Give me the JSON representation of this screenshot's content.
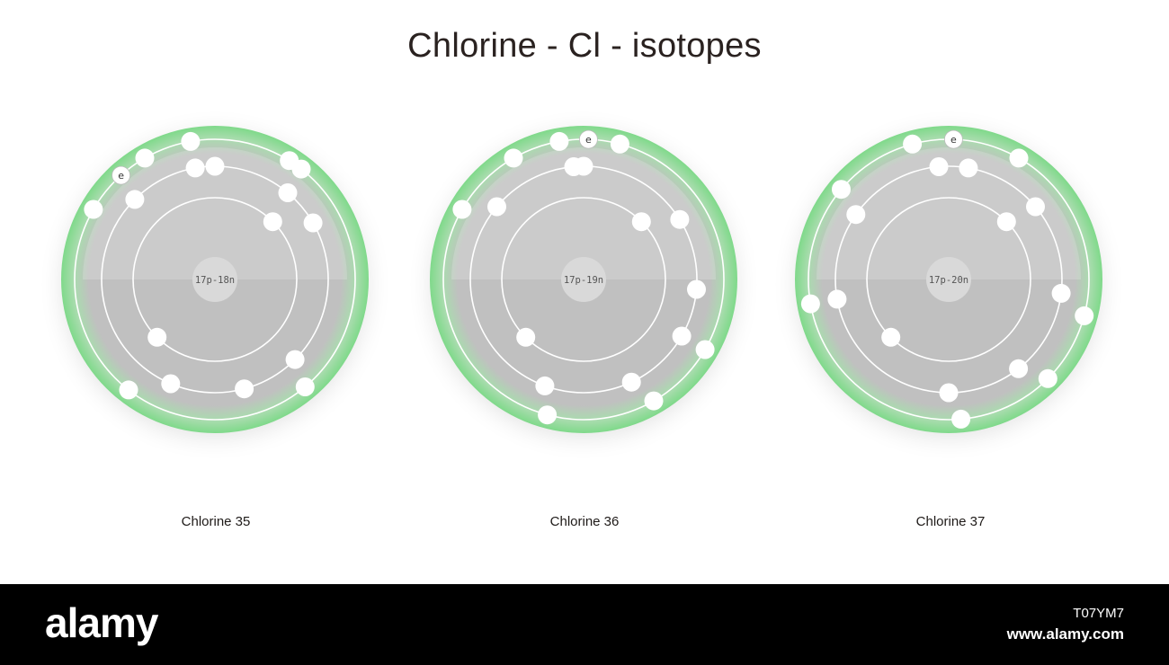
{
  "title": "Chlorine - Cl - isotopes",
  "electron_symbol": "e",
  "colors": {
    "ring": "#7fd98a",
    "disc": "#c8c8c8",
    "electron": "#ffffff",
    "orbit": "#ffffff"
  },
  "atoms": [
    {
      "caption": "Chlorine 35",
      "nucleus_label": "17p-18n",
      "shells": [
        {
          "electrons": [
            38,
            140,
            218,
            300,
            330,
            350,
            392
          ]
        },
        {
          "electrons": [
            0,
            40,
            135,
            165,
            203,
            315,
            350,
            420
          ]
        },
        {
          "electrons": [
            45,
            225
          ]
        }
      ]
    },
    {
      "caption": "Chlorine 36",
      "nucleus_label": "17p-19n",
      "shells": [
        {
          "electrons": [
            15,
            120,
            150,
            195,
            300,
            330,
            350
          ]
        },
        {
          "electrons": [
            0,
            58,
            95,
            120,
            155,
            200,
            310,
            355
          ]
        },
        {
          "electrons": [
            45,
            225
          ]
        }
      ]
    },
    {
      "caption": "Chlorine 37",
      "nucleus_label": "17p-20n",
      "shells": [
        {
          "electrons": [
            30,
            105,
            135,
            175,
            260,
            310,
            345
          ]
        },
        {
          "electrons": [
            10,
            50,
            97,
            142,
            180,
            260,
            305,
            355
          ]
        },
        {
          "electrons": [
            45,
            225
          ]
        }
      ]
    }
  ],
  "watermark": {
    "brand": "alamy",
    "image_id": "T07YM7",
    "site": "www.alamy.com"
  }
}
